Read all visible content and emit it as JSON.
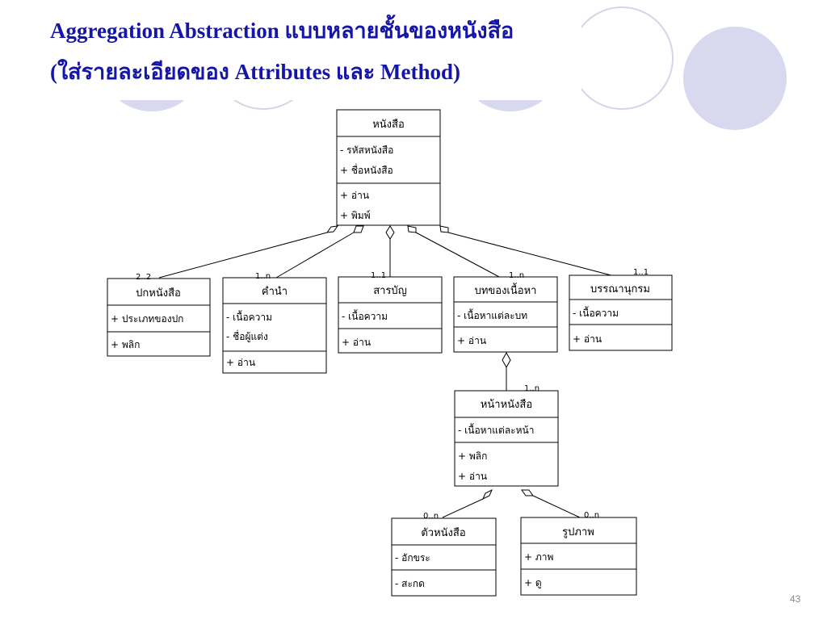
{
  "slide": {
    "title_line1": "Aggregation Abstraction แบบหลายชั้นของหนังสือ",
    "title_line2": "(ใส่รายละเอียดของ Attributes และ Method)",
    "page_number": "43",
    "title_color": "#1515a8",
    "decoration_color": "#d8d8ee"
  },
  "diagram": {
    "book": {
      "name": "หนังสือ",
      "attr1": "- รหัสหนังสือ",
      "attr2": "+ ชื่อหนังสือ",
      "op1": "+ อ่าน",
      "op2": "+ พิมพ์"
    },
    "cover": {
      "name": "ปกหนังสือ",
      "attr1": "+ ประเภทของปก",
      "op1": "+ พลิก",
      "mult": "2..2"
    },
    "preface": {
      "name": "คำนำ",
      "attr1": "- เนื้อความ",
      "attr2": "- ชื่อผู้แต่ง",
      "op1": "+ อ่าน",
      "mult": "1..n"
    },
    "toc": {
      "name": "สารบัญ",
      "attr1": "- เนื้อความ",
      "op1": "+ อ่าน",
      "mult": "1..1"
    },
    "chapter": {
      "name": "บทของเนื้อหา",
      "attr1": "- เนื้อหาแต่ละบท",
      "op1": "+ อ่าน",
      "mult": "1..n"
    },
    "bibliography": {
      "name": "บรรณานุกรม",
      "attr1": "- เนื้อความ",
      "op1": "+ อ่าน",
      "mult": "1..1"
    },
    "page": {
      "name": "หน้าหนังสือ",
      "attr1": "- เนื้อหาแต่ละหน้า",
      "op1": "+ พลิก",
      "op2": "+ อ่าน",
      "mult": "1..n"
    },
    "letter": {
      "name": "ตัวหนังสือ",
      "attr1": "- อักขระ",
      "op1": "- สะกด",
      "mult": "0..n"
    },
    "picture": {
      "name": "รูปภาพ",
      "attr1": "+ ภาพ",
      "op1": "+ ดู",
      "mult": "0..n"
    }
  }
}
